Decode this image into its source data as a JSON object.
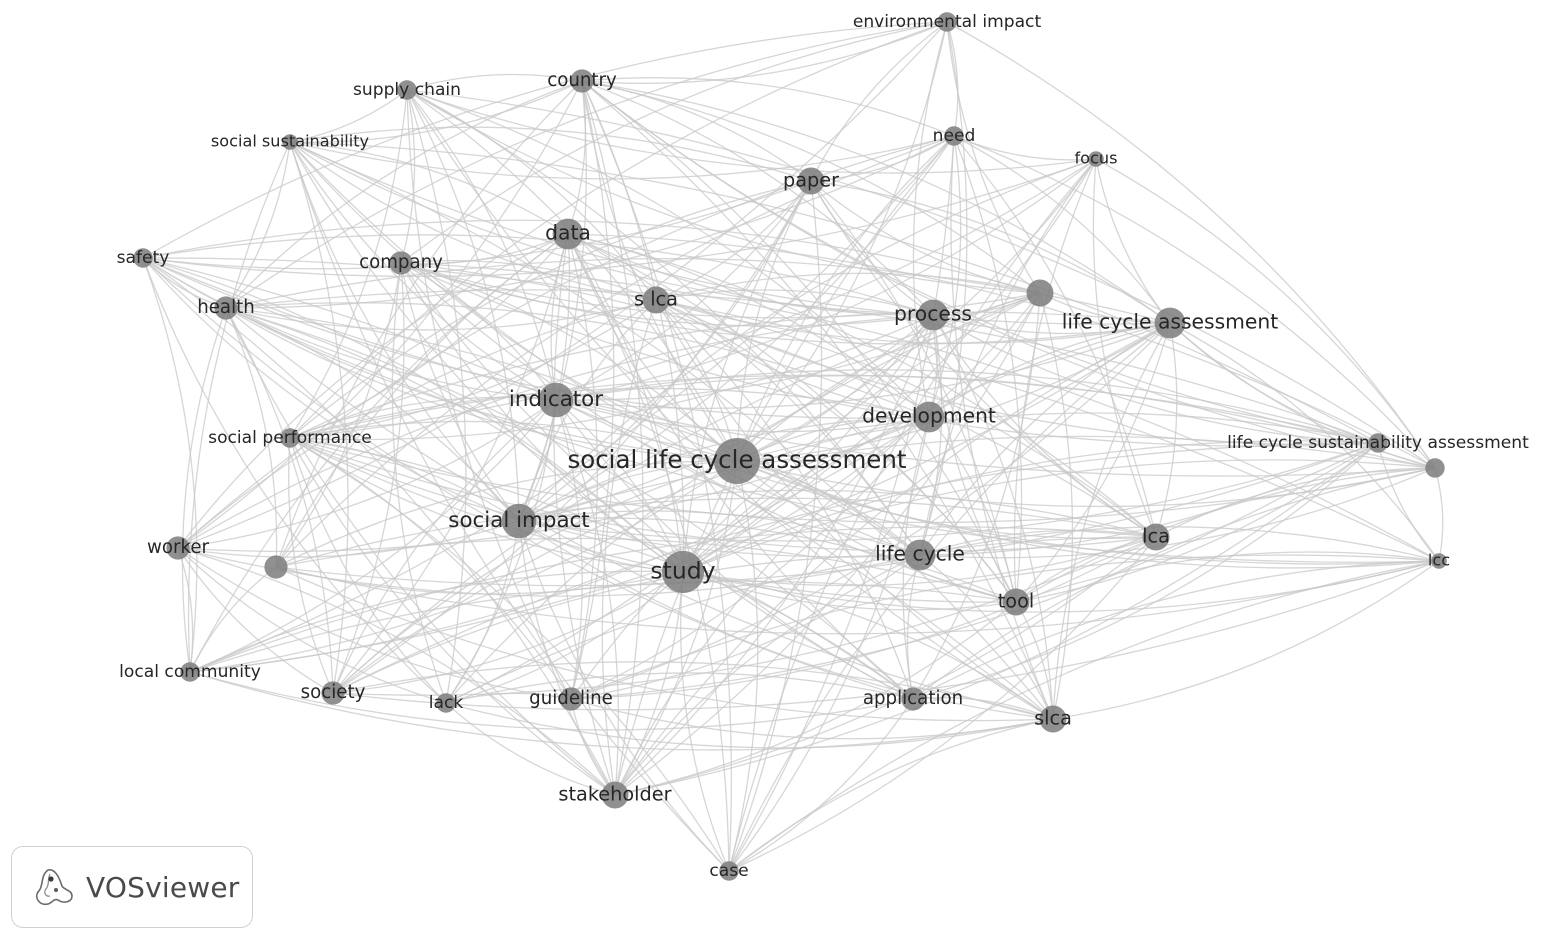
{
  "app": {
    "brand": "VOSviewer",
    "logo_icon": "vosviewer-logo-icon"
  },
  "colors": {
    "node": "#7d7d7d",
    "edge": "#c8c8c8",
    "label": "#262626"
  },
  "network": {
    "nodes": [
      {
        "id": "slca_full",
        "label": "social life cycle assessment",
        "weight": 10
      },
      {
        "id": "study",
        "label": "study",
        "weight": 9
      },
      {
        "id": "social_impact",
        "label": "social impact",
        "weight": 7
      },
      {
        "id": "indicator",
        "label": "indicator",
        "weight": 7
      },
      {
        "id": "development",
        "label": "development",
        "weight": 6
      },
      {
        "id": "process",
        "label": "process",
        "weight": 6
      },
      {
        "id": "life_cycle",
        "label": "life cycle",
        "weight": 6
      },
      {
        "id": "life_cycle_assessment",
        "label": "life cycle assessment",
        "weight": 6
      },
      {
        "id": "data",
        "label": "data",
        "weight": 6
      },
      {
        "id": "s_lca",
        "label": "s lca",
        "weight": 5
      },
      {
        "id": "paper",
        "label": "paper",
        "weight": 5
      },
      {
        "id": "lca",
        "label": "lca",
        "weight": 5
      },
      {
        "id": "stakeholder",
        "label": "stakeholder",
        "weight": 5
      },
      {
        "id": "tool",
        "label": "tool",
        "weight": 5
      },
      {
        "id": "slca",
        "label": "slca",
        "weight": 5
      },
      {
        "id": "application",
        "label": "application",
        "weight": 4
      },
      {
        "id": "guideline",
        "label": "guideline",
        "weight": 4
      },
      {
        "id": "country",
        "label": "country",
        "weight": 4
      },
      {
        "id": "company",
        "label": "company",
        "weight": 4
      },
      {
        "id": "health",
        "label": "health",
        "weight": 4
      },
      {
        "id": "worker",
        "label": "worker",
        "weight": 4
      },
      {
        "id": "society",
        "label": "society",
        "weight": 4
      },
      {
        "id": "local_community",
        "label": "local community",
        "weight": 3
      },
      {
        "id": "social_performance",
        "label": "social performance",
        "weight": 3
      },
      {
        "id": "safety",
        "label": "safety",
        "weight": 3
      },
      {
        "id": "supply_chain",
        "label": "supply chain",
        "weight": 3
      },
      {
        "id": "social_sustainability",
        "label": "social sustainability",
        "weight": 2
      },
      {
        "id": "environmental_impact",
        "label": "environmental impact",
        "weight": 3
      },
      {
        "id": "need",
        "label": "need",
        "weight": 3
      },
      {
        "id": "focus",
        "label": "focus",
        "weight": 2
      },
      {
        "id": "lcsa",
        "label": "life cycle sustainability assessment",
        "weight": 3
      },
      {
        "id": "lcc",
        "label": "lcc",
        "weight": 2
      },
      {
        "id": "lack",
        "label": "lack",
        "weight": 3
      },
      {
        "id": "case",
        "label": "case",
        "weight": 3
      },
      {
        "id": "unlabeled_1",
        "label": "",
        "weight": 4
      },
      {
        "id": "unlabeled_2",
        "label": "",
        "weight": 5
      },
      {
        "id": "unlabeled_3",
        "label": "",
        "weight": 3
      }
    ]
  }
}
